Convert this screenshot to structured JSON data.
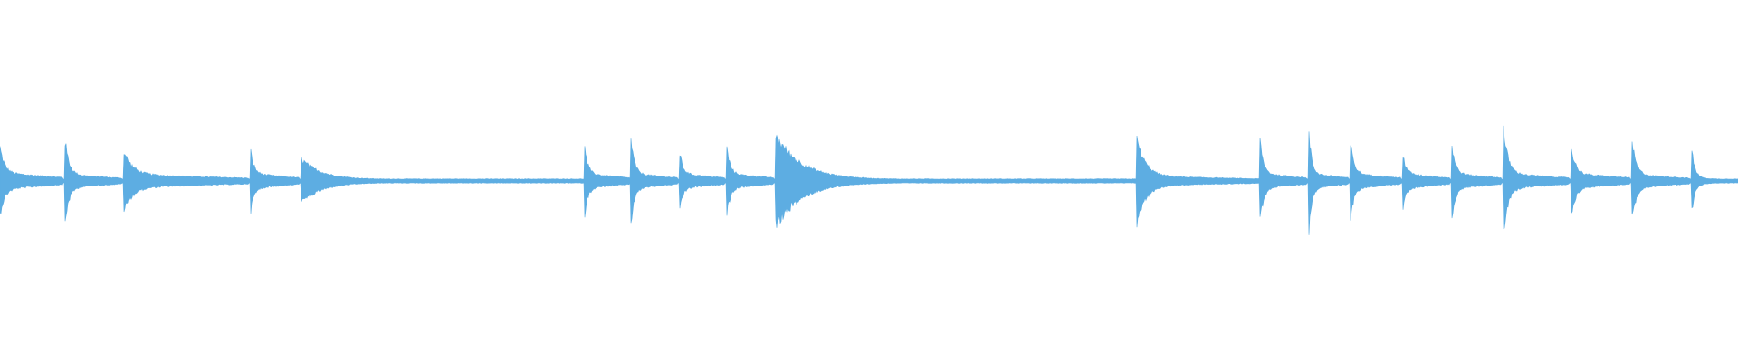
{
  "waveform": {
    "color": "#5dade2",
    "background": "#ffffff",
    "duration_frac": 1.0,
    "baseline_level": 0.012,
    "notes": [
      {
        "onset": 0.0,
        "end": 0.036,
        "peak": 0.21,
        "sustain": 0.05
      },
      {
        "onset": 0.037,
        "end": 0.07,
        "peak": 0.3,
        "sustain": 0.04
      },
      {
        "onset": 0.071,
        "end": 0.143,
        "peak": 0.19,
        "sustain": 0.04
      },
      {
        "onset": 0.144,
        "end": 0.172,
        "peak": 0.2,
        "sustain": 0.045
      },
      {
        "onset": 0.173,
        "end": 0.335,
        "peak": 0.14,
        "sustain": 0.012
      },
      {
        "onset": 0.336,
        "end": 0.362,
        "peak": 0.25,
        "sustain": 0.045
      },
      {
        "onset": 0.363,
        "end": 0.39,
        "peak": 0.27,
        "sustain": 0.045
      },
      {
        "onset": 0.391,
        "end": 0.417,
        "peak": 0.18,
        "sustain": 0.045
      },
      {
        "onset": 0.418,
        "end": 0.445,
        "peak": 0.23,
        "sustain": 0.045
      },
      {
        "onset": 0.446,
        "end": 0.653,
        "peak": 0.29,
        "sustain": 0.012
      },
      {
        "onset": 0.654,
        "end": 0.724,
        "peak": 0.27,
        "sustain": 0.03
      },
      {
        "onset": 0.725,
        "end": 0.752,
        "peak": 0.26,
        "sustain": 0.045
      },
      {
        "onset": 0.753,
        "end": 0.776,
        "peak": 0.32,
        "sustain": 0.045
      },
      {
        "onset": 0.777,
        "end": 0.806,
        "peak": 0.24,
        "sustain": 0.045
      },
      {
        "onset": 0.807,
        "end": 0.834,
        "peak": 0.18,
        "sustain": 0.045
      },
      {
        "onset": 0.835,
        "end": 0.864,
        "peak": 0.26,
        "sustain": 0.045
      },
      {
        "onset": 0.865,
        "end": 0.903,
        "peak": 0.33,
        "sustain": 0.045
      },
      {
        "onset": 0.904,
        "end": 0.938,
        "peak": 0.22,
        "sustain": 0.045
      },
      {
        "onset": 0.939,
        "end": 0.972,
        "peak": 0.25,
        "sustain": 0.04
      },
      {
        "onset": 0.973,
        "end": 1.0,
        "peak": 0.23,
        "sustain": 0.018
      }
    ]
  }
}
